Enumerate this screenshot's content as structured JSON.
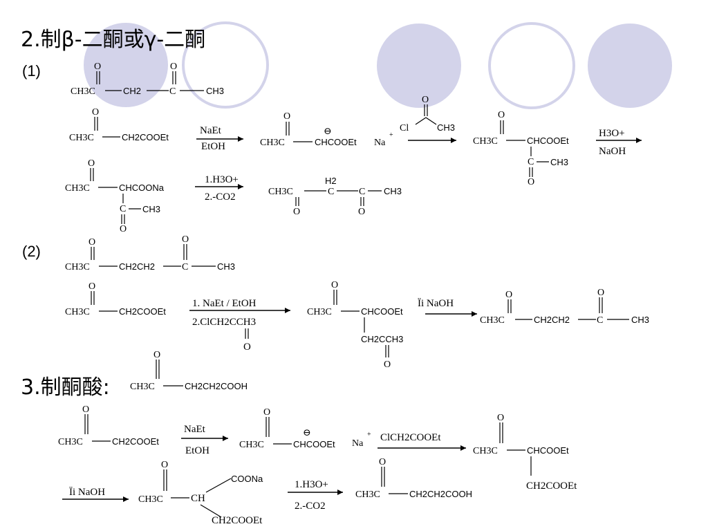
{
  "heading_beta": "2.制β-二酮或γ-二酮",
  "heading_keto": "3.制酮酸:",
  "label_1": "(1)",
  "label_2": "(2)",
  "atoms": {
    "O": "O",
    "CH3C": "CH3C",
    "CH3": "CH3",
    "CH2": "CH2",
    "C": "C",
    "CH2COOEt": "CH2COOEt",
    "CHCOOEt": "CHCOOEt",
    "CHCOONa": "CHCOONa",
    "CH2CH2": "CH2CH2",
    "CH2CCH3": "CH2CCH3",
    "CH2CH2COOH": "CH2CH2COOH",
    "CH2COOEt_b": "CH2COOEt",
    "COONa": "COONa",
    "CH": "CH",
    "Cl": "Cl",
    "H2": "H2",
    "Na": "Na",
    "plus": "+",
    "minus": "⊖",
    "carbanion": "CHCOOEt"
  },
  "reagents": {
    "naet": "NaEt",
    "etoh": "EtOH",
    "h3o": "H3O+",
    "naoh": "NaOH",
    "step1_h3o": "1.H3O+",
    "step2_co2": "2.-CO2",
    "naet_etoh": "1. NaEt / EtOH",
    "clch2cch3": "2.ClCH2CCH3",
    "hydrolysis": "Ïi  NaOH",
    "clch2cooet": "ClCH2COOEt"
  }
}
